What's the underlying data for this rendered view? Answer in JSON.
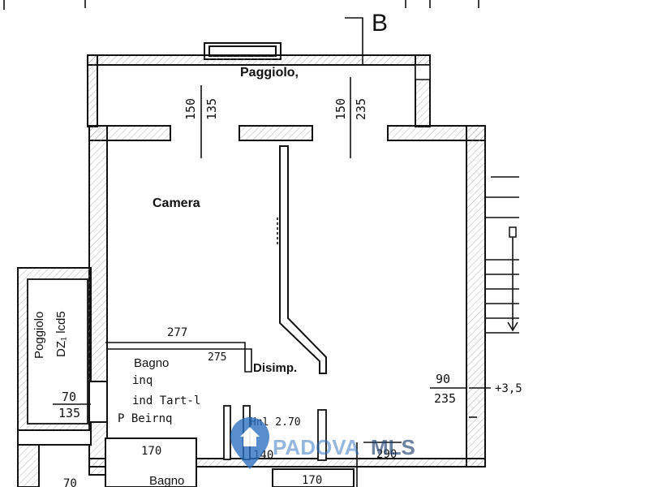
{
  "section_marker": "B",
  "rooms": {
    "paggiolo_top": "Paggiolo,",
    "camera": "Camera",
    "disimp": "Disimp.",
    "bagno_upper": "Bagno",
    "bagno_lower": "Bagno",
    "paggiolo_side": "Poggiolo",
    "paggiolo_side_sub": "DZ₁ lcd5"
  },
  "notes": {
    "line1": "inq",
    "line2": "ind Tart-l",
    "line3": "P Beirnq",
    "hnl": "Hnl 2.70"
  },
  "dims": {
    "d150_left": "150",
    "d135": "135",
    "d150_right": "150",
    "d235_top": "235",
    "d277": "277",
    "d275": "275",
    "d70_top": "70",
    "d135_bottom": "135",
    "d90": "90",
    "d235_right": "235",
    "d170": "170",
    "d140": "140",
    "d290": "290",
    "d170_bottom": "170",
    "d70_bottom": "70",
    "level": "+3,5"
  },
  "logo": {
    "brand_a": "PADOVA",
    "brand_b": "MLS",
    "color_a": "#2b6fbf",
    "color_b": "#1c3e6e"
  }
}
